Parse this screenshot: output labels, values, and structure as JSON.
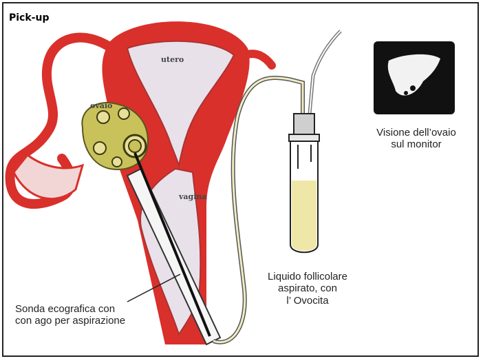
{
  "title": "Pick-up",
  "labels": {
    "utero": "utero",
    "ovaio": "ovaio",
    "vagina": "vagina"
  },
  "monitor_caption": [
    "Visione dell’ovaio",
    "sul monitor"
  ],
  "liquid_caption": [
    "Liquido follicolare",
    "aspirato, con",
    "l’ Ovocita"
  ],
  "probe_caption": [
    "Sonda ecografica con",
    "con ago per aspirazione"
  ],
  "colors": {
    "tissue": "#d9302b",
    "inner_cavity": "#e8e1ea",
    "ovary": "#c9c25a",
    "fluid": "#efe7a8",
    "monitor": "#111111"
  }
}
